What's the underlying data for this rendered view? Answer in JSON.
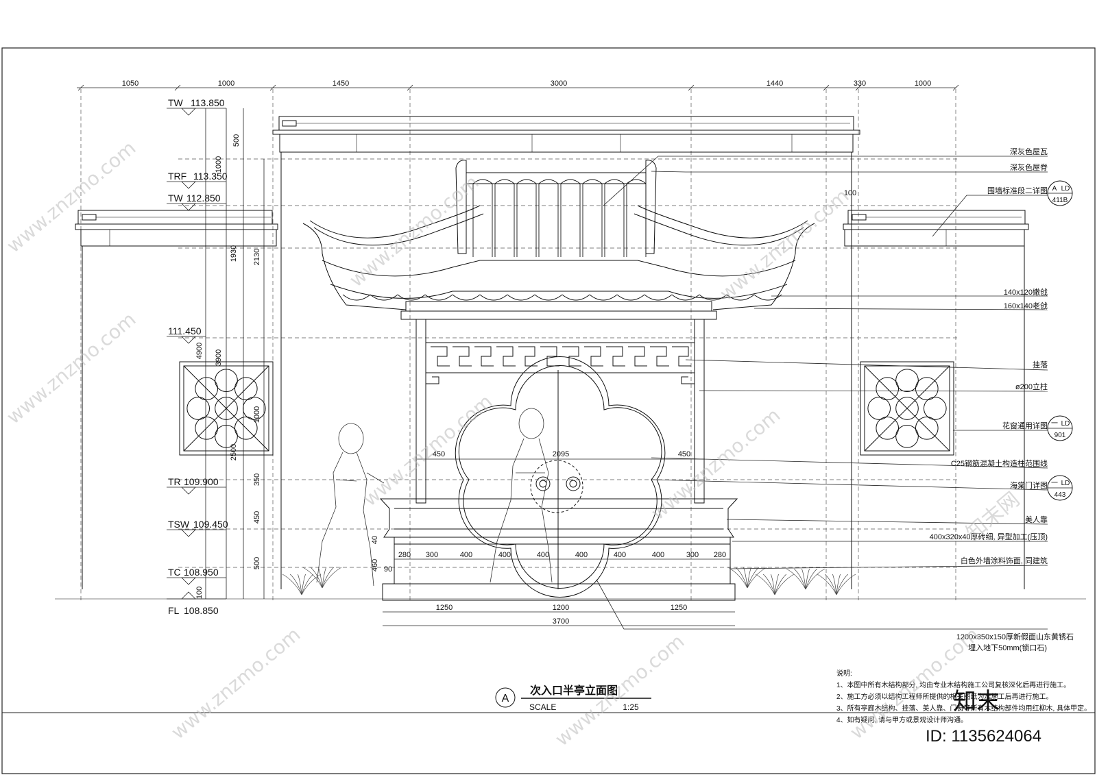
{
  "top_dimensions": [
    "1050",
    "1000",
    "1450",
    "3000",
    "1440",
    "330",
    "1000",
    "100"
  ],
  "elevations": [
    {
      "code": "TW",
      "value": "113.850"
    },
    {
      "code": "TRF",
      "value": "113.350"
    },
    {
      "code": "TW",
      "value": "112.850"
    },
    {
      "code": "",
      "value": "111.450"
    },
    {
      "code": "TR",
      "value": "109.900"
    },
    {
      "code": "TSW",
      "value": "109.450"
    },
    {
      "code": "TC",
      "value": "108.950"
    },
    {
      "code": "FL",
      "value": "108.850"
    }
  ],
  "vertical_dimensions": [
    "500",
    "1000",
    "1930",
    "2130",
    "4900",
    "3900",
    "1000",
    "2500",
    "350",
    "450",
    "500",
    "100",
    "40",
    "460",
    "90"
  ],
  "inner_dimensions": {
    "left_450": "450",
    "right_450": "450",
    "opening": "2095",
    "segments": [
      "280",
      "300",
      "400",
      "400",
      "400",
      "400",
      "400",
      "400",
      "300",
      "280"
    ],
    "bottom": [
      "1250",
      "1200",
      "1250"
    ],
    "total": "3700"
  },
  "callouts": [
    {
      "text": "深灰色屋瓦"
    },
    {
      "text": "深灰色屋脊"
    },
    {
      "text": "围墙标准段二详图",
      "ref_top": "A",
      "ref_mid": "LD",
      "ref_bottom": "411B"
    },
    {
      "text": "140x120嫩戗"
    },
    {
      "text": "160x140老戗"
    },
    {
      "text": "挂落"
    },
    {
      "text": "ø200立柱"
    },
    {
      "text": "花窗通用详图",
      "ref_top": "一",
      "ref_mid": "LD",
      "ref_bottom": "901"
    },
    {
      "text": "C25钢筋混凝土构造柱范围线"
    },
    {
      "text": "海棠门详图",
      "ref_top": "一",
      "ref_mid": "LD",
      "ref_bottom": "443"
    },
    {
      "text": "美人靠"
    },
    {
      "text": "400x320x40厚砖细, 异型加工(压顶)"
    },
    {
      "text": "白色外墙涂料饰面, 同建筑"
    },
    {
      "text": "1200x350x150厚新假面山东黄锈石"
    },
    {
      "text": "埋入地下50mm(锁口石)"
    }
  ],
  "title": {
    "tag": "A",
    "name": "次入口半亭立面图",
    "scale_label": "SCALE",
    "scale": "1:25"
  },
  "notes": {
    "heading": "说明:",
    "lines": [
      "1、本图中所有木结构部分, 均由专业木结构施工公司复核深化后再进行施工。",
      "2、施工方必须以结构工程师所提供的相关图纸为准施工后再进行施工。",
      "3、所有亭廊木结构、挂落、美人靠、门窗等所有木结构部件均用红柳木, 具体甲定。",
      "4、如有疑问, 请与甲方或景观设计师沟通。"
    ]
  },
  "watermark": {
    "site": "www.znzmo.com",
    "brand": "知末网",
    "logo": "知末",
    "id": "ID: 1135624064"
  }
}
